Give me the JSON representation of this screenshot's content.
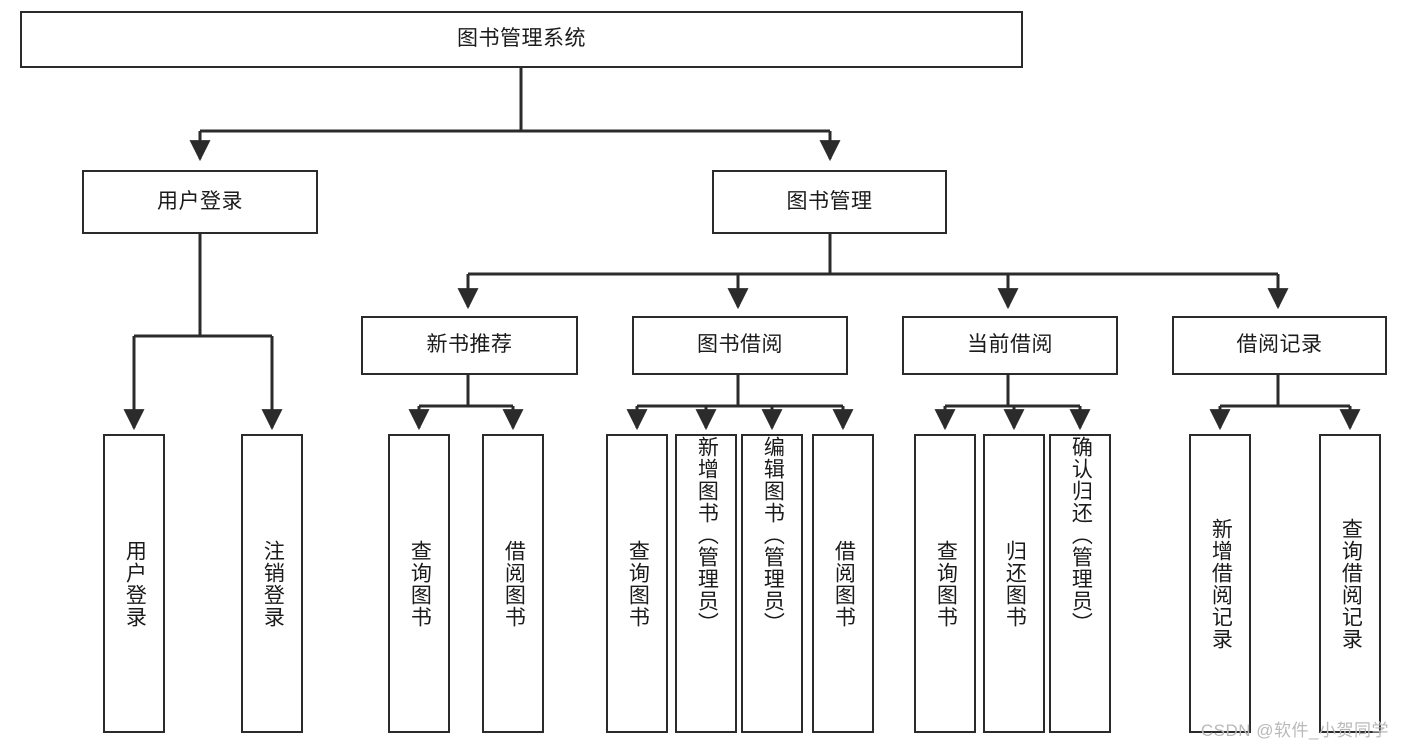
{
  "diagram": {
    "title": "图书管理系统",
    "type": "hierarchy-tree",
    "orientation": "top-down",
    "colors": {
      "box_border": "#2b2b2b",
      "box_fill": "#ffffff",
      "edge": "#2b2b2b",
      "text": "#1b1b1b",
      "watermark": "#b9b9b9"
    },
    "root": {
      "id": "root",
      "label": "图书管理系统"
    },
    "level2": [
      {
        "id": "login",
        "label": "用户登录"
      },
      {
        "id": "bookmgmt",
        "label": "图书管理"
      }
    ],
    "level3": [
      {
        "id": "newbook",
        "label": "新书推荐",
        "parent": "bookmgmt"
      },
      {
        "id": "borrow",
        "label": "图书借阅",
        "parent": "bookmgmt"
      },
      {
        "id": "current",
        "label": "当前借阅",
        "parent": "bookmgmt"
      },
      {
        "id": "records",
        "label": "借阅记录",
        "parent": "bookmgmt"
      }
    ],
    "leaves": [
      {
        "id": "leaf-user-login",
        "label": "用户登录",
        "parent": "login"
      },
      {
        "id": "leaf-user-logout",
        "label": "注销登录",
        "parent": "login"
      },
      {
        "id": "leaf-new-query",
        "label": "查询图书",
        "parent": "newbook"
      },
      {
        "id": "leaf-new-borrow",
        "label": "借阅图书",
        "parent": "newbook"
      },
      {
        "id": "leaf-borrow-query",
        "label": "查询图书",
        "parent": "borrow"
      },
      {
        "id": "leaf-borrow-add",
        "label": "新增图书（管理员）",
        "parent": "borrow"
      },
      {
        "id": "leaf-borrow-edit",
        "label": "编辑图书（管理员）",
        "parent": "borrow"
      },
      {
        "id": "leaf-borrow-lend",
        "label": "借阅图书",
        "parent": "borrow"
      },
      {
        "id": "leaf-cur-query",
        "label": "查询图书",
        "parent": "current"
      },
      {
        "id": "leaf-cur-return",
        "label": "归还图书",
        "parent": "current"
      },
      {
        "id": "leaf-cur-confirm",
        "label": "确认归还（管理员）",
        "parent": "current"
      },
      {
        "id": "leaf-rec-add",
        "label": "新增借阅记录",
        "parent": "records"
      },
      {
        "id": "leaf-rec-query",
        "label": "查询借阅记录",
        "parent": "records"
      }
    ],
    "watermark": "CSDN @软件_小贺同学"
  }
}
